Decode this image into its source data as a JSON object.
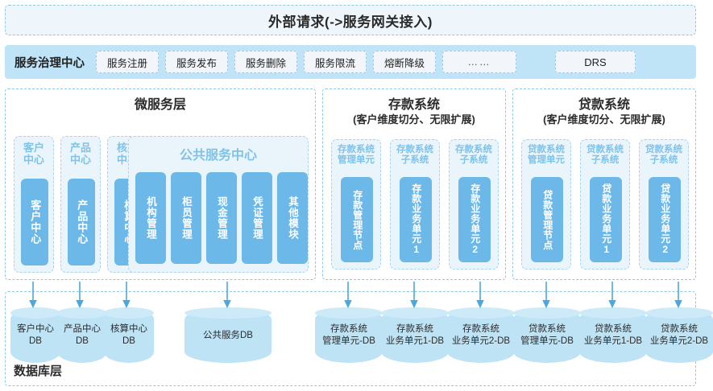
{
  "external_bar": {
    "title": "外部请求(->服务网关接入)"
  },
  "governance": {
    "title": "服务治理中心",
    "buttons": [
      {
        "label": "服务注册"
      },
      {
        "label": "服务发布"
      },
      {
        "label": "服务删除"
      },
      {
        "label": "服务限流"
      },
      {
        "label": "熔断降级"
      },
      {
        "label": "……"
      }
    ],
    "drs": {
      "label": "DRS"
    }
  },
  "microservice_panel": {
    "title": "微服务层",
    "centers": [
      {
        "caption": "客户\n中心",
        "inner": "客户中心"
      },
      {
        "caption": "产品\n中心",
        "inner": "产品中心"
      },
      {
        "caption": "核算\n中心",
        "inner": "核算中心"
      }
    ],
    "public_center": {
      "caption": "公共服务中心",
      "modules": [
        {
          "label": "机构管理"
        },
        {
          "label": "柜员管理"
        },
        {
          "label": "现金管理"
        },
        {
          "label": "凭证管理"
        },
        {
          "label": "其他模块"
        }
      ]
    }
  },
  "deposit_panel": {
    "title": "存款系统",
    "subtitle": "(客户维度切分、无限扩展)",
    "units": [
      {
        "caption": "存款系统\n管理单元",
        "inner": "存款管理节点"
      },
      {
        "caption": "存款系统\n子系统",
        "inner": "存款业务单元1"
      },
      {
        "caption": "存款系统\n子系统",
        "inner": "存款业务单元2"
      }
    ]
  },
  "loan_panel": {
    "title": "贷款系统",
    "subtitle": "(客户维度切分、无限扩展)",
    "units": [
      {
        "caption": "贷款系统\n管理单元",
        "inner": "贷款管理节点"
      },
      {
        "caption": "贷款系统\n子系统",
        "inner": "贷款业务单元1"
      },
      {
        "caption": "贷款系统\n子系统",
        "inner": "贷款业务单元2"
      }
    ]
  },
  "database_layer": {
    "label": "数据库层",
    "databases": [
      {
        "label": "客户中心\nDB"
      },
      {
        "label": "产品中心\nDB"
      },
      {
        "label": "核算中心\nDB"
      },
      {
        "label": "公共服务DB"
      },
      {
        "label": "存款系统\n管理单元-DB"
      },
      {
        "label": "存款系统\n业务单元1-DB"
      },
      {
        "label": "存款系统\n业务单元2-DB"
      },
      {
        "label": "贷款系统\n管理单元-DB"
      },
      {
        "label": "贷款系统\n业务单元1-DB"
      },
      {
        "label": "贷款系统\n业务单元2-DB"
      }
    ]
  },
  "colors": {
    "accent_blue": "#6cb8e8",
    "light_blue": "#bfe4f7",
    "pale_blue": "#eaf4fb",
    "cylinder": "#bde3f5",
    "arrow": "#4aa8dc",
    "dashed_border": "#8ec6ea"
  }
}
